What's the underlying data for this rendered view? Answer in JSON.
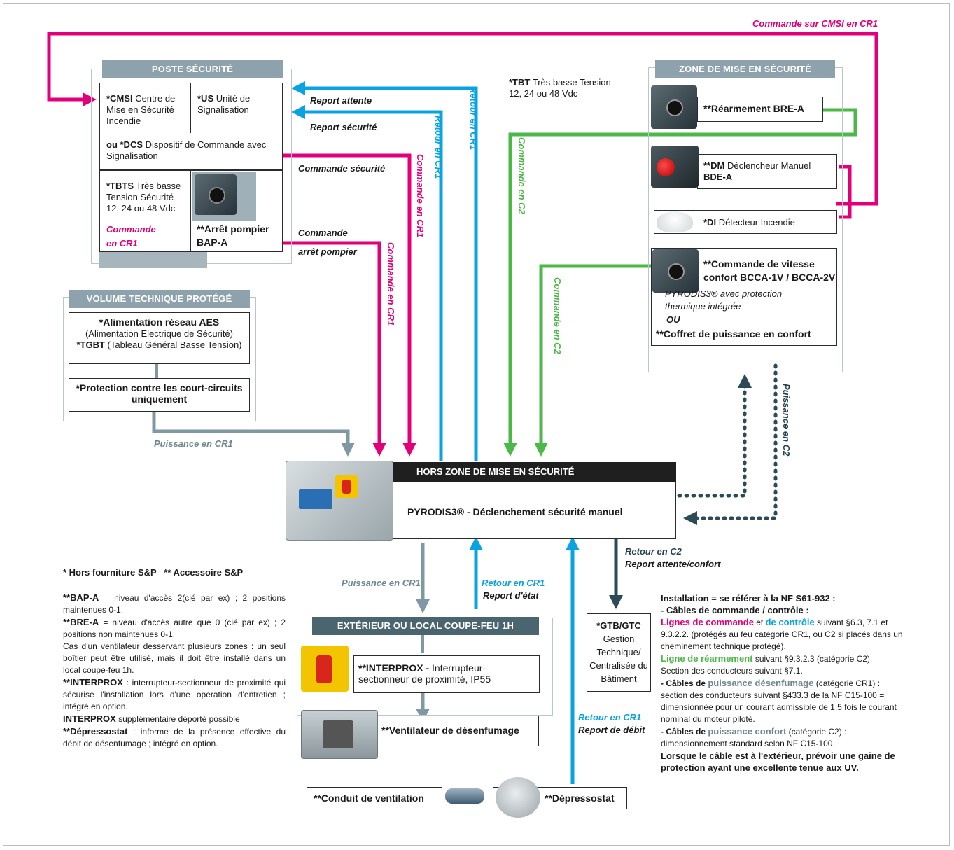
{
  "colors": {
    "pink": "#e2007a",
    "blue": "#0aa3e2",
    "green": "#4cb848",
    "grey": "#7f98a3",
    "navy": "#2c4a57",
    "header": "#8ea2ad"
  },
  "wire_labels": {
    "cmsi_cr1": "Commande sur CMSI en CR1",
    "report_attente": "Report attente",
    "report_securite": "Report sécurité",
    "commande_securite": "Commande sécurité",
    "commande": "Commande",
    "arret_pompier": "arrêt pompier",
    "retour_cr1": "Retour en CR1",
    "commande_cr1": "Commande en CR1",
    "commande_c2": "Commande en C2",
    "puissance_cr1": "Puissance en CR1",
    "puissance_c2": "Puissance en C2",
    "retour_c2": "Retour en C2",
    "report_attente_confort": "Report attente/confort",
    "report_etat": "Report d'état",
    "report_debit": "Report de débit"
  },
  "tbt_note": {
    "code": "*TBT",
    "text1": "Très basse Tension",
    "text2": "12, 24 ou 48 Vdc"
  },
  "poste": {
    "title": "POSTE SÉCURITÉ",
    "cmsi_code": "*CMSI",
    "cmsi_text": "Centre de Mise en Sécurité Incendie",
    "dcs_code": "ou *DCS",
    "dcs_text": "Dispositif de Commande avec Signalisation",
    "us_code": "*US",
    "us_text": "Unité de Signalisation",
    "tbts_code": "*TBTS",
    "tbts_text": "Très basse Tension Sécurité 12, 24 ou 48 Vdc",
    "commande_cr1_a": "Commande",
    "commande_cr1_b": "en CR1",
    "arret_title": "**Arrêt pompier",
    "arret_ref": "BAP-A"
  },
  "volume": {
    "title": "VOLUME TECHNIQUE PROTÉGÉ",
    "aes_title": "*Alimentation réseau AES",
    "aes_sub": "(Alimentation Electrique de Sécurité)",
    "tgbt_code": "*TGBT",
    "tgbt_text": "(Tableau Général Basse Tension)",
    "protection_a": "*Protection contre les court-circuits",
    "protection_b": "uniquement"
  },
  "zone": {
    "title": "ZONE DE MISE EN SÉCURITÉ",
    "rearm": "**Réarmement BRE-A",
    "dm_code": "**DM",
    "dm_text": "Déclencheur Manuel",
    "dm_ref": "BDE-A",
    "di_code": "*DI",
    "di_text": "Détecteur Incendie",
    "vitesse_a": "**Commande de vitesse",
    "vitesse_b": "confort BCCA-1V / BCCA-2V",
    "pyrodis_a": "PYRODIS3® avec protection",
    "pyrodis_b": "thermique intégrée",
    "ou": "OU",
    "coffret": "**Coffret de puissance en confort"
  },
  "hors": {
    "title": "HORS ZONE DE MISE EN SÉCURITÉ",
    "label": "PYRODIS3® - Déclenchement sécurité manuel"
  },
  "exterieur": {
    "title": "EXTÉRIEUR OU LOCAL COUPE-FEU 1H",
    "interprox_code": "**INTERPROX -",
    "interprox_a": "Interrupteur-",
    "interprox_b": "sectionneur de proximité, IP55",
    "ventilateur": "**Ventilateur de désenfumage"
  },
  "conduit": "**Conduit de ventilation",
  "depressostat": "**Dépressostat",
  "gtb": {
    "code": "*GTB/GTC",
    "l1": "Gestion",
    "l2": "Technique/",
    "l3": "Centralisée du",
    "l4": "Bâtiment"
  },
  "legend_title": "* Hors fourniture S&P   ** Accessoire S&P",
  "notes": {
    "bap_code": "**BAP-A",
    "bap_text": " = niveau d'accès 2(clé par ex) ; 2 positions maintenues 0-1.",
    "bre_code": "**BRE-A",
    "bre_text": " = niveau d'accès autre que 0 (clé par ex) ; 2 positions non maintenues 0-1.",
    "plusieurs": "Cas d'un ventilateur desservant plusieurs zones : un seul boîtier peut être utilisé, mais il doit être installé dans un local coupe-feu 1h.",
    "interprox_code": "**INTERPROX",
    "interprox_text": " : interrupteur-sectionneur de proximité qui sécurise l'installation lors d'une opération d'entretien ; intégré en option.",
    "interprox2_code": "INTERPROX",
    "interprox2_text": " supplémentaire déporté possible",
    "depresso_code": "**Dépressostat",
    "depresso_text": " : informe de la présence effective du débit de désenfumage ; intégré en option."
  },
  "install": {
    "title": "Installation = se référer à la NF S61-932 :",
    "cables_title": "- Câbles de commande / contrôle :",
    "lignes_commande": "Lignes de commande",
    "et": " et ",
    "de_controle": "de contrôle",
    "lignes_text": " suivant §6.3, 7.1 et 9.3.2.2. (protégés au feu catégorie CR1, ou C2 si placés dans un cheminement technique protégé).",
    "ligne_rearm": "Ligne de réarmement",
    "ligne_rearm_text": " suivant §9.3.2.3 (catégorie C2).",
    "section": "Section des conducteurs suivant §7.1.",
    "cables_de": "- Câbles de ",
    "puissance_desenf": "puissance désenfumage",
    "desenf_text": " (catégorie CR1) : section des conducteurs suivant §433.3 de la NF C15-100 = dimensionnée pour un courant admissible de 1,5 fois le courant nominal du moteur piloté.",
    "cables_de2": "- Câbles de ",
    "puissance_confort": "puissance confort",
    "confort_text": " (catégorie C2) : dimensionnement standard selon NF C15-100.",
    "uv": "Lorsque le câble est à l'extérieur, prévoir une gaine de protection ayant une excellente tenue aux UV."
  }
}
